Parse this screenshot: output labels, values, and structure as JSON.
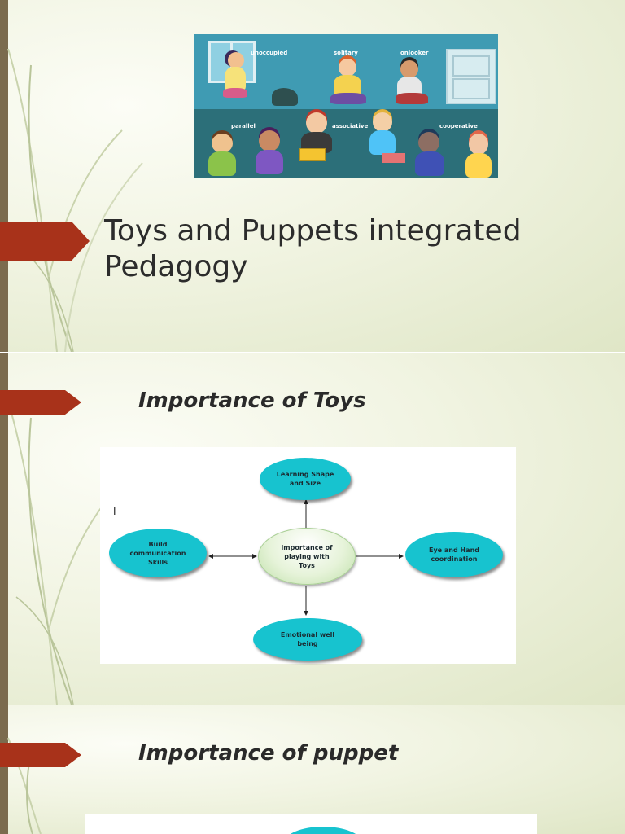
{
  "slides": [
    {
      "title": "Toys and Puppets integrated Pedagogy",
      "image": {
        "labels": {
          "unoccupied": "unoccupied",
          "solitary": "solitary",
          "onlooker": "onlooker",
          "parallel": "parallel",
          "associative": "associative",
          "cooperative": "cooperative"
        }
      }
    },
    {
      "subtitle": "Importance of Toys",
      "diagram": {
        "stray_mark": "I",
        "center": "Importance of\nplaying with\nToys",
        "top": "Learning Shape\nand Size",
        "left": "Build\ncommunication\nSkills",
        "right": "Eye and Hand\ncoordination",
        "bottom": "Emotional well\nbeing"
      }
    },
    {
      "subtitle": "Importance of puppet"
    }
  ],
  "colors": {
    "marker": "#a8321a",
    "node": "#17c3cf",
    "center_node": "#e6f3d9",
    "slide_bg": "#f1f4e2",
    "leftbar": "#7b6b4e"
  }
}
